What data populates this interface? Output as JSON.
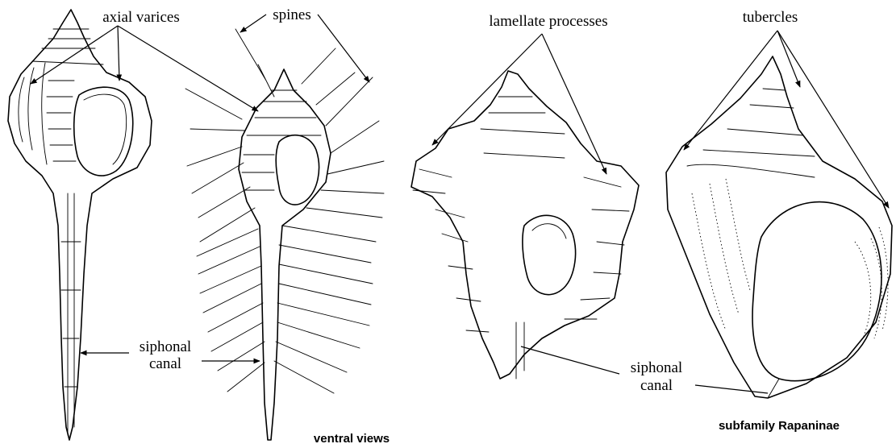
{
  "labels": {
    "axial_varices": "axial varices",
    "spines": "spines",
    "lamellate_processes": "lamellate processes",
    "tubercles": "tubercles",
    "siphonal_canal_1a": "siphonal",
    "siphonal_canal_1b": "canal",
    "siphonal_canal_2a": "siphonal",
    "siphonal_canal_2b": "canal"
  },
  "captions": {
    "ventral_views": "ventral views",
    "subfamily": "subfamily Rapaninae"
  }
}
